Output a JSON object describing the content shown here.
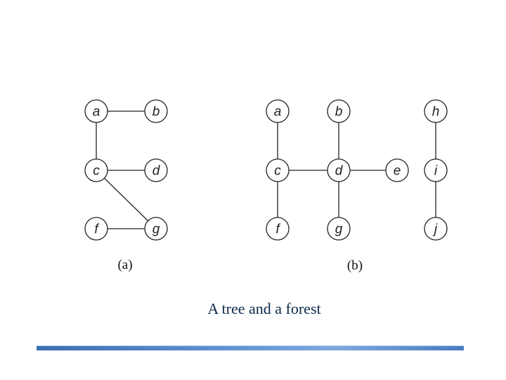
{
  "caption": "A tree and a forest",
  "diagram_a": {
    "label": "(a)",
    "nodes": [
      {
        "id": "a",
        "label": "a"
      },
      {
        "id": "b",
        "label": "b"
      },
      {
        "id": "c",
        "label": "c"
      },
      {
        "id": "d",
        "label": "d"
      },
      {
        "id": "f",
        "label": "f"
      },
      {
        "id": "g",
        "label": "g"
      }
    ],
    "edges": [
      [
        "a",
        "b"
      ],
      [
        "a",
        "c"
      ],
      [
        "c",
        "d"
      ],
      [
        "c",
        "g"
      ],
      [
        "f",
        "g"
      ]
    ]
  },
  "diagram_b": {
    "label": "(b)",
    "nodes": [
      {
        "id": "a",
        "label": "a"
      },
      {
        "id": "b",
        "label": "b"
      },
      {
        "id": "h",
        "label": "h"
      },
      {
        "id": "c",
        "label": "c"
      },
      {
        "id": "d",
        "label": "d"
      },
      {
        "id": "e",
        "label": "e"
      },
      {
        "id": "i",
        "label": "i"
      },
      {
        "id": "f",
        "label": "f"
      },
      {
        "id": "g",
        "label": "g"
      },
      {
        "id": "j",
        "label": "j"
      }
    ],
    "edges": [
      [
        "a",
        "c"
      ],
      [
        "c",
        "f"
      ],
      [
        "c",
        "d"
      ],
      [
        "b",
        "d"
      ],
      [
        "d",
        "g"
      ],
      [
        "d",
        "e"
      ],
      [
        "h",
        "i"
      ],
      [
        "i",
        "j"
      ]
    ]
  },
  "colors": {
    "caption": "#0d2a4a",
    "footer_bar": "#4a7cc0"
  }
}
